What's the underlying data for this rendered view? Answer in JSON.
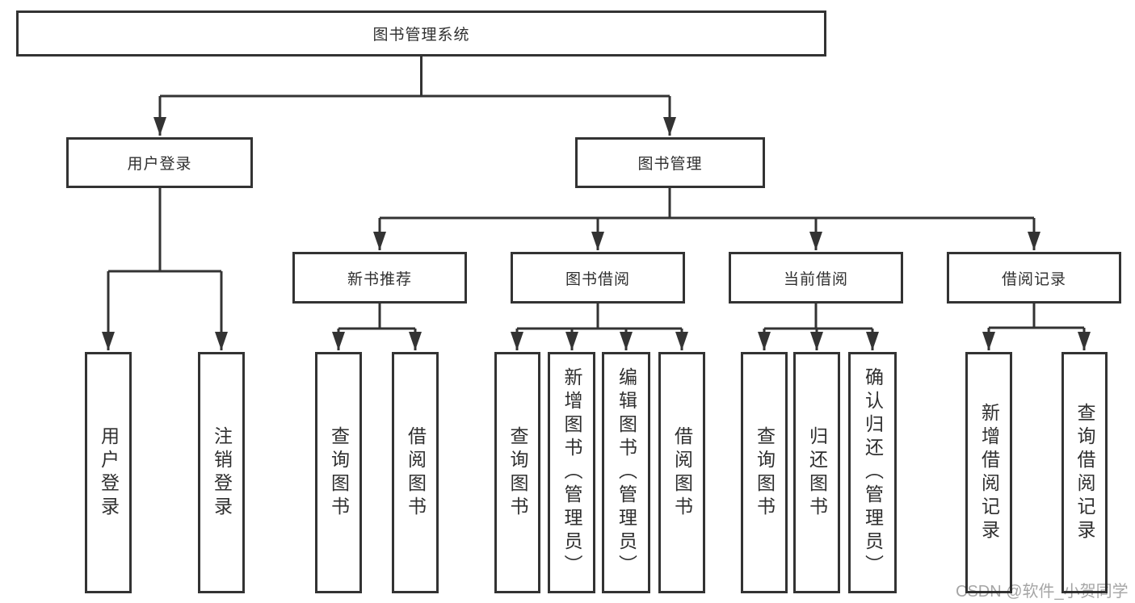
{
  "diagram": {
    "title_note": "functional structure chart",
    "root": {
      "label": "图书管理系统"
    },
    "branches": {
      "user_login": {
        "label": "用户登录"
      },
      "book_mgmt": {
        "label": "图书管理"
      }
    },
    "modules": {
      "new_book_rec": {
        "label": "新书推荐"
      },
      "book_borrow": {
        "label": "图书借阅"
      },
      "current_borrow": {
        "label": "当前借阅"
      },
      "borrow_record": {
        "label": "借阅记录"
      }
    },
    "leaves": {
      "user_login_1": "用户登录",
      "user_login_2": "注销登录",
      "new_book_1": "查询图书",
      "new_book_2": "借阅图书",
      "borrow_1": "查询图书",
      "borrow_2": "新增图书（管理员）",
      "borrow_3": "编辑图书（管理员）",
      "borrow_4": "借阅图书",
      "current_1": "查询图书",
      "current_2": "归还图书",
      "current_3": "确认归还（管理员）",
      "record_1": "新增借阅记录",
      "record_2": "查询借阅记录"
    }
  },
  "watermark": "CSDN @软件_小贺同学",
  "colors": {
    "line": "#333333",
    "box_border": "#333333",
    "box_fill": "#ffffff",
    "text": "#2f2f2f",
    "watermark": "rgba(40,40,40,0.42)"
  }
}
